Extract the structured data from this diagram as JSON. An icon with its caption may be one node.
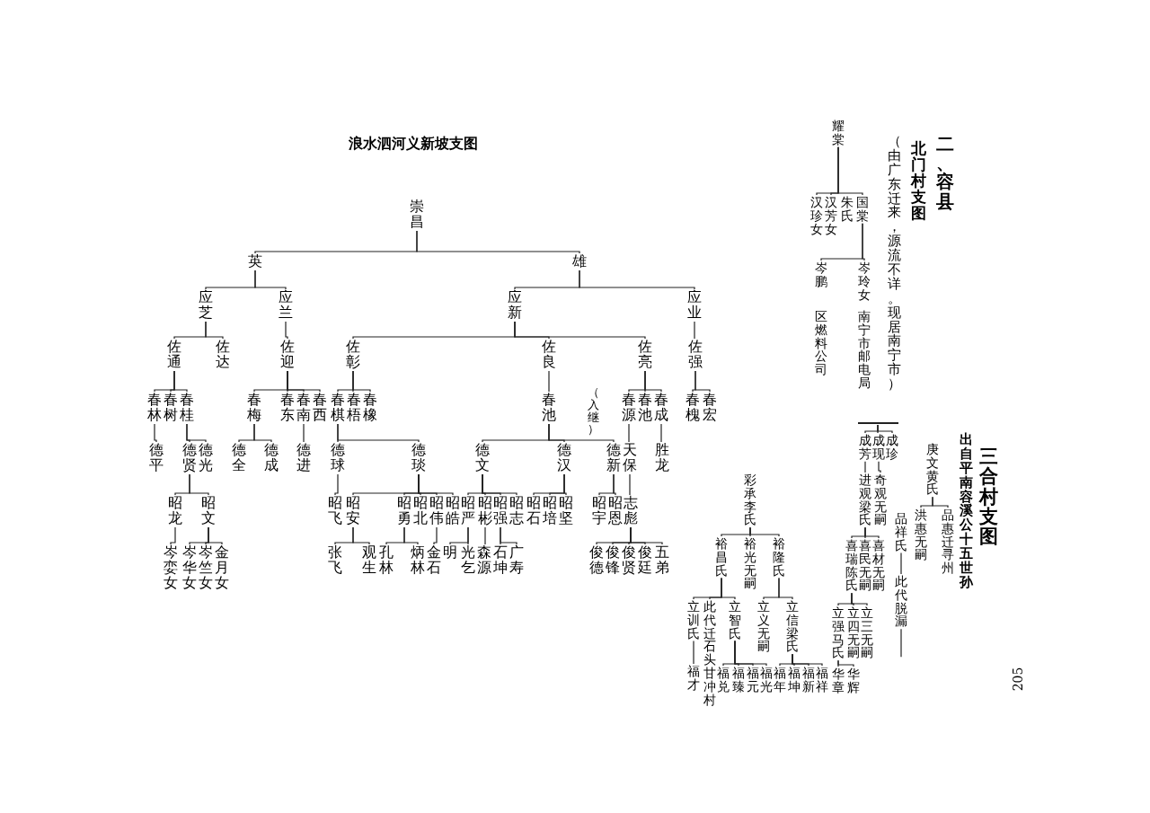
{
  "diagram": {
    "title": "浪水泗河义新坡支图",
    "nodes": [
      {
        "text": [
          "崇昌"
        ]
      },
      {
        "text": [
          "英"
        ]
      },
      {
        "text": [
          "雄"
        ]
      },
      {
        "text": [
          "应芝"
        ]
      },
      {
        "text": [
          "应兰"
        ]
      },
      {
        "text": [
          "应新"
        ]
      },
      {
        "text": [
          "应业"
        ]
      },
      {
        "text": [
          "佐通"
        ]
      },
      {
        "text": [
          "佐达"
        ]
      },
      {
        "text": [
          "佐迎"
        ]
      },
      {
        "text": [
          "佐彰"
        ]
      },
      {
        "text": [
          "佐良"
        ]
      },
      {
        "text": [
          "佐亮"
        ]
      },
      {
        "text": [
          "佐强"
        ]
      },
      {
        "text": [
          "春林"
        ]
      },
      {
        "text": [
          "春树"
        ]
      },
      {
        "text": [
          "春桂"
        ]
      },
      {
        "text": [
          "春梅"
        ]
      },
      {
        "text": [
          "春东"
        ]
      },
      {
        "text": [
          "春南"
        ]
      },
      {
        "text": [
          "春西"
        ]
      },
      {
        "text": [
          "春棋"
        ]
      },
      {
        "text": [
          "春梧"
        ]
      },
      {
        "text": [
          "春橡"
        ]
      },
      {
        "text": [
          "春池"
        ]
      },
      {
        "text": [
          "春源"
        ]
      },
      {
        "text": [
          "春池"
        ]
      },
      {
        "text": [
          "春成"
        ]
      },
      {
        "text": [
          "春槐"
        ]
      },
      {
        "text": [
          "春宏"
        ]
      },
      {
        "text": [
          "德平"
        ]
      },
      {
        "text": [
          "德贤"
        ]
      },
      {
        "text": [
          "德光"
        ]
      },
      {
        "text": [
          "德全"
        ]
      },
      {
        "text": [
          "德成"
        ]
      },
      {
        "text": [
          "德进"
        ]
      },
      {
        "text": [
          "德球"
        ]
      },
      {
        "text": [
          "德琰"
        ]
      },
      {
        "text": [
          "德文"
        ]
      },
      {
        "text": [
          "德汉"
        ]
      },
      {
        "text": [
          "德新"
        ]
      },
      {
        "text": [
          "天保"
        ]
      },
      {
        "text": [
          "胜龙"
        ]
      },
      {
        "text": [
          "昭龙"
        ]
      },
      {
        "text": [
          "昭文"
        ]
      },
      {
        "text": [
          "昭飞"
        ]
      },
      {
        "text": [
          "昭安"
        ]
      },
      {
        "text": [
          "昭勇"
        ]
      },
      {
        "text": [
          "昭北"
        ]
      },
      {
        "text": [
          "昭伟"
        ]
      },
      {
        "text": [
          "昭皓"
        ]
      },
      {
        "text": [
          "昭严"
        ]
      },
      {
        "text": [
          "昭彬"
        ]
      },
      {
        "text": [
          "昭强"
        ]
      },
      {
        "text": [
          "昭志"
        ]
      },
      {
        "text": [
          "昭石"
        ]
      },
      {
        "text": [
          "昭培"
        ]
      },
      {
        "text": [
          "昭坚"
        ]
      },
      {
        "text": [
          "昭宇"
        ]
      },
      {
        "text": [
          "昭恩"
        ]
      },
      {
        "text": [
          "志彪"
        ]
      },
      {
        "text": [
          "岑娈女"
        ]
      },
      {
        "text": [
          "岑华女"
        ]
      },
      {
        "text": [
          "岑竺女"
        ]
      },
      {
        "text": [
          "金月女"
        ]
      },
      {
        "text": [
          "张飞"
        ]
      },
      {
        "text": [
          "观生"
        ]
      },
      {
        "text": [
          "孔林"
        ]
      },
      {
        "text": [
          "炳林"
        ]
      },
      {
        "text": [
          "金石"
        ]
      },
      {
        "text": [
          "明"
        ]
      },
      {
        "text": [
          "光乞"
        ]
      },
      {
        "text": [
          "森源"
        ]
      },
      {
        "text": [
          "石坤"
        ]
      },
      {
        "text": [
          "广寿"
        ]
      },
      {
        "text": [
          "俊德"
        ]
      },
      {
        "text": [
          "俊锋"
        ]
      },
      {
        "text": [
          "俊贤"
        ]
      },
      {
        "text": [
          "俊廷"
        ]
      },
      {
        "text": [
          "五弟"
        ]
      },
      {
        "text": [
          "耀棠"
        ]
      },
      {
        "text": [
          "汉珍女"
        ]
      },
      {
        "text": [
          "汉芳女"
        ]
      },
      {
        "text": [
          "国棠"
        ],
        "beside": [
          "朱氏"
        ]
      },
      {
        "text": [
          "岑鹏"
        ],
        "beside": [
          "区燃料公司"
        ]
      },
      {
        "text": [
          "岑玲女"
        ],
        "beside": [
          "南宁市邮电局"
        ]
      },
      {
        "text": [
          "庚文黄氏"
        ]
      },
      {
        "text": [
          "洪惠无嗣"
        ]
      },
      {
        "text": [
          "品惠迁寻州"
        ]
      },
      {
        "text": [
          "品祥氏"
        ]
      },
      {
        "text": [
          "此代脱漏"
        ]
      },
      {
        "text": [
          "成芳"
        ]
      },
      {
        "text": [
          "成现"
        ]
      },
      {
        "text": [
          "成珍"
        ]
      },
      {
        "text": [
          "进观梁氏"
        ]
      },
      {
        "text": [
          "奇观无嗣"
        ]
      },
      {
        "text": [
          "喜瑞陈氏"
        ]
      },
      {
        "text": [
          "喜民无嗣"
        ]
      },
      {
        "text": [
          "喜材无嗣"
        ]
      },
      {
        "text": [
          "立强马氏"
        ]
      },
      {
        "text": [
          "立四无嗣"
        ]
      },
      {
        "text": [
          "立三无嗣"
        ]
      },
      {
        "text": [
          "华章"
        ]
      },
      {
        "text": [
          "华辉"
        ]
      },
      {
        "text": [
          "彩承李氏"
        ]
      },
      {
        "text": [
          "裕昌氏"
        ]
      },
      {
        "text": [
          "裕光无嗣"
        ]
      },
      {
        "text": [
          "裕隆氏"
        ]
      },
      {
        "text": [
          "立训氏"
        ]
      },
      {
        "text": [
          "此代迁石头甘冲村"
        ]
      },
      {
        "text": [
          "立智氏"
        ]
      },
      {
        "text": [
          "立义无嗣"
        ]
      },
      {
        "text": [
          "立信梁氏"
        ]
      },
      {
        "text": [],
        "shape": "bar"
      },
      {
        "text": [
          "福才"
        ]
      },
      {
        "text": [
          "福兑"
        ]
      },
      {
        "text": [
          "福臻"
        ]
      },
      {
        "text": [
          "福元"
        ]
      },
      {
        "text": [
          "福光"
        ]
      },
      {
        "text": [
          "福年"
        ]
      },
      {
        "text": [
          "福坤"
        ]
      },
      {
        "text": [
          "福新"
        ]
      },
      {
        "text": [
          "福祥"
        ]
      }
    ],
    "edges": [
      {
        "from": 0,
        "to": 1,
        "arrow": "none"
      },
      {
        "from": 0,
        "to": 2,
        "arrow": "none"
      },
      {
        "from": 1,
        "to": 3,
        "arrow": "none"
      },
      {
        "from": 1,
        "to": 4,
        "arrow": "none"
      },
      {
        "from": 2,
        "to": 5,
        "arrow": "none"
      },
      {
        "from": 2,
        "to": 6,
        "arrow": "none"
      },
      {
        "from": 3,
        "to": 7,
        "arrow": "none"
      },
      {
        "from": 3,
        "to": 8,
        "arrow": "none"
      },
      {
        "from": 4,
        "to": 9,
        "arrow": "none"
      },
      {
        "from": 5,
        "to": 10,
        "arrow": "none"
      },
      {
        "from": 5,
        "to": 11,
        "arrow": "none"
      },
      {
        "from": 5,
        "to": 12,
        "arrow": "none"
      },
      {
        "from": 6,
        "to": 13,
        "arrow": "none"
      },
      {
        "from": 7,
        "to": 14,
        "arrow": "none"
      },
      {
        "from": 7,
        "to": 15,
        "arrow": "none"
      },
      {
        "from": 7,
        "to": 16,
        "arrow": "none"
      },
      {
        "from": 9,
        "to": 17,
        "arrow": "none"
      },
      {
        "from": 9,
        "to": 18,
        "arrow": "none"
      },
      {
        "from": 9,
        "to": 19,
        "arrow": "none"
      },
      {
        "from": 9,
        "to": 20,
        "arrow": "none"
      },
      {
        "from": 10,
        "to": 21,
        "arrow": "none"
      },
      {
        "from": 10,
        "to": 22,
        "arrow": "none"
      },
      {
        "from": 10,
        "to": 23,
        "arrow": "none"
      },
      {
        "from": 11,
        "to": 24,
        "arrow": "none"
      },
      {
        "from": 12,
        "to": 25,
        "arrow": "none"
      },
      {
        "from": 12,
        "to": 26,
        "arrow": "none"
      },
      {
        "from": 12,
        "to": 27,
        "arrow": "none"
      },
      {
        "from": 13,
        "to": 28,
        "arrow": "none"
      },
      {
        "from": 13,
        "to": 29,
        "arrow": "none"
      },
      {
        "from": 14,
        "to": 30,
        "arrow": "none"
      },
      {
        "from": 16,
        "to": 31,
        "arrow": "none"
      },
      {
        "from": 16,
        "to": 32,
        "arrow": "none"
      },
      {
        "from": 17,
        "to": 33,
        "arrow": "none"
      },
      {
        "from": 17,
        "to": 34,
        "arrow": "none"
      },
      {
        "from": 19,
        "to": 35,
        "arrow": "none"
      },
      {
        "from": 21,
        "to": 36,
        "arrow": "none"
      },
      {
        "from": 21,
        "to": 37,
        "arrow": "none"
      },
      {
        "from": 24,
        "to": 38,
        "arrow": "none"
      },
      {
        "from": 24,
        "to": 39,
        "arrow": "none"
      },
      {
        "from": 24,
        "to": 40,
        "arrow": "none"
      },
      {
        "from": 25,
        "to": 41,
        "arrow": "none"
      },
      {
        "from": 27,
        "to": 42,
        "arrow": "none"
      },
      {
        "from": 31,
        "to": 43,
        "arrow": "none"
      },
      {
        "from": 31,
        "to": 44,
        "arrow": "none"
      },
      {
        "from": 36,
        "to": 45,
        "arrow": "none"
      },
      {
        "from": 37,
        "to": 46,
        "arrow": "none"
      },
      {
        "from": 37,
        "to": 47,
        "arrow": "none"
      },
      {
        "from": 37,
        "to": 48,
        "arrow": "none"
      },
      {
        "from": 37,
        "to": 49,
        "arrow": "none"
      },
      {
        "from": 37,
        "to": 50,
        "arrow": "none"
      },
      {
        "from": 38,
        "to": 51,
        "arrow": "none"
      },
      {
        "from": 38,
        "to": 52,
        "arrow": "none"
      },
      {
        "from": 38,
        "to": 53,
        "arrow": "none"
      },
      {
        "from": 38,
        "to": 54,
        "arrow": "none"
      },
      {
        "from": 39,
        "to": 55,
        "arrow": "none"
      },
      {
        "from": 39,
        "to": 56,
        "arrow": "none"
      },
      {
        "from": 39,
        "to": 57,
        "arrow": "none"
      },
      {
        "from": 40,
        "to": 58,
        "arrow": "none"
      },
      {
        "from": 40,
        "to": 59,
        "arrow": "none"
      },
      {
        "from": 41,
        "to": 60,
        "arrow": "none"
      },
      {
        "from": 43,
        "to": 61,
        "arrow": "none"
      },
      {
        "from": 44,
        "to": 62,
        "arrow": "none"
      },
      {
        "from": 44,
        "to": 63,
        "arrow": "none"
      },
      {
        "from": 44,
        "to": 64,
        "arrow": "none"
      },
      {
        "from": 46,
        "to": 65,
        "arrow": "none"
      },
      {
        "from": 46,
        "to": 66,
        "arrow": "none"
      },
      {
        "from": 47,
        "to": 67,
        "arrow": "none"
      },
      {
        "from": 47,
        "to": 68,
        "arrow": "none"
      },
      {
        "from": 49,
        "to": 69,
        "arrow": "none"
      },
      {
        "from": 51,
        "to": 70,
        "arrow": "none"
      },
      {
        "from": 51,
        "to": 71,
        "arrow": "none"
      },
      {
        "from": 52,
        "to": 72,
        "arrow": "none"
      },
      {
        "from": 53,
        "to": 73,
        "arrow": "none"
      },
      {
        "from": 53,
        "to": 74,
        "arrow": "none"
      },
      {
        "from": 60,
        "to": 75,
        "arrow": "none"
      },
      {
        "from": 60,
        "to": 76,
        "arrow": "none"
      },
      {
        "from": 60,
        "to": 77,
        "arrow": "none"
      },
      {
        "from": 60,
        "to": 78,
        "arrow": "none"
      },
      {
        "from": 60,
        "to": 79,
        "arrow": "none"
      },
      {
        "from": 80,
        "to": 81,
        "arrow": "none"
      },
      {
        "from": 80,
        "to": 82,
        "arrow": "none"
      },
      {
        "from": 80,
        "to": 83,
        "arrow": "none"
      },
      {
        "from": 83,
        "to": 84,
        "arrow": "none"
      },
      {
        "from": 83,
        "to": 85,
        "arrow": "none"
      },
      {
        "from": 86,
        "to": 87,
        "arrow": "none"
      },
      {
        "from": 86,
        "to": 88,
        "arrow": "none"
      },
      {
        "from": 89,
        "to": 90,
        "arrow": "none"
      },
      {
        "from": 90,
        "to": null,
        "arrow": "none"
      },
      {
        "from": 113,
        "to": 91,
        "arrow": "none"
      },
      {
        "from": 113,
        "to": 92,
        "arrow": "none"
      },
      {
        "from": 113,
        "to": 93,
        "arrow": "none"
      },
      {
        "from": 91,
        "to": 94,
        "arrow": "none"
      },
      {
        "from": 92,
        "to": 95,
        "arrow": "none"
      },
      {
        "from": 94,
        "to": 96,
        "arrow": "none"
      },
      {
        "from": 94,
        "to": 97,
        "arrow": "none"
      },
      {
        "from": 94,
        "to": 98,
        "arrow": "none"
      },
      {
        "from": 96,
        "to": 99,
        "arrow": "none"
      },
      {
        "from": 96,
        "to": 100,
        "arrow": "none"
      },
      {
        "from": 96,
        "to": 101,
        "arrow": "none"
      },
      {
        "from": 99,
        "to": 102,
        "arrow": "none"
      },
      {
        "from": 99,
        "to": 103,
        "arrow": "none"
      },
      {
        "from": 104,
        "to": 105,
        "arrow": "none"
      },
      {
        "from": 104,
        "to": 106,
        "arrow": "none"
      },
      {
        "from": 104,
        "to": 107,
        "arrow": "none"
      },
      {
        "from": 105,
        "to": 108,
        "arrow": "none"
      },
      {
        "from": 105,
        "to": 109,
        "arrow": "none"
      },
      {
        "from": 105,
        "to": 110,
        "arrow": "none"
      },
      {
        "from": 107,
        "to": 111,
        "arrow": "none"
      },
      {
        "from": 107,
        "to": 112,
        "arrow": "none"
      },
      {
        "from": 108,
        "to": 114,
        "arrow": "none"
      },
      {
        "from": 110,
        "to": 115,
        "arrow": "none"
      },
      {
        "from": 110,
        "to": 116,
        "arrow": "none"
      },
      {
        "from": 110,
        "to": 117,
        "arrow": "none"
      },
      {
        "from": 110,
        "to": 118,
        "arrow": "none"
      },
      {
        "from": 112,
        "to": 119,
        "arrow": "none"
      },
      {
        "from": 112,
        "to": 120,
        "arrow": "none"
      },
      {
        "from": 112,
        "to": 121,
        "arrow": "none"
      },
      {
        "from": 112,
        "to": 122,
        "arrow": "none"
      }
    ],
    "labels": [
      "二、容县",
      "北门村支图",
      "（由广东迁来，源流不详。现居南宁市）",
      "三合村支图",
      "出自平南容溪公十五世孙",
      "（入继）",
      "205"
    ]
  }
}
